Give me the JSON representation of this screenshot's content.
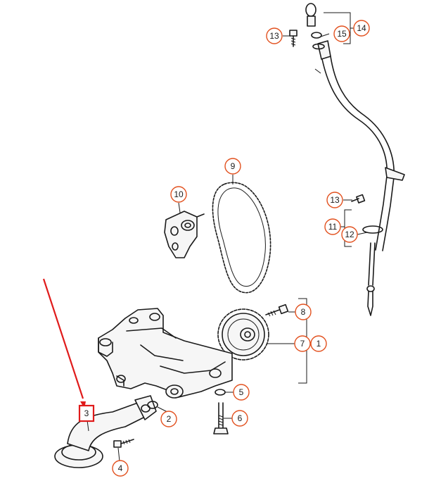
{
  "diagram": {
    "callouts": {
      "c1": "1",
      "c2": "2",
      "c3": "3",
      "c4": "4",
      "c5": "5",
      "c6": "6",
      "c7": "7",
      "c8": "8",
      "c9": "9",
      "c10": "10",
      "c11": "11",
      "c12": "12",
      "c13a": "13",
      "c13b": "13",
      "c14": "14",
      "c15": "15"
    },
    "colors": {
      "callout_ring": "#e2511f",
      "highlight": "#e01b1b",
      "line": "#1a1a1a"
    },
    "highlighted_part": "3"
  }
}
